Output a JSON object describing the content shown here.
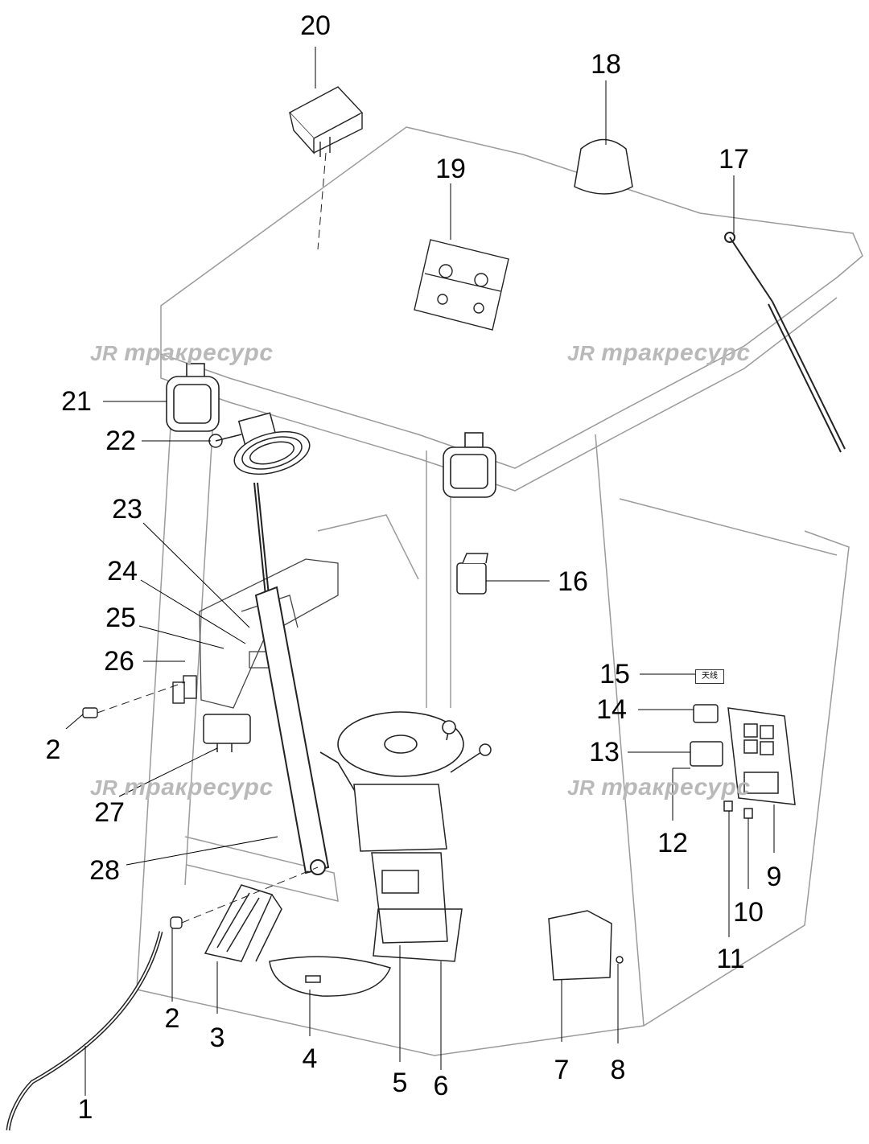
{
  "callouts": {
    "c1": "1",
    "c2a": "2",
    "c2b": "2",
    "c3": "3",
    "c4": "4",
    "c5": "5",
    "c6": "6",
    "c7": "7",
    "c8": "8",
    "c9": "9",
    "c10": "10",
    "c11": "11",
    "c12": "12",
    "c13": "13",
    "c14": "14",
    "c15": "15",
    "c16": "16",
    "c17": "17",
    "c18": "18",
    "c19": "19",
    "c20": "20",
    "c21": "21",
    "c22": "22",
    "c23": "23",
    "c24": "24",
    "c25": "25",
    "c26": "26",
    "c27": "27",
    "c28": "28"
  },
  "watermark": {
    "logo": "JR",
    "text": "тракресурс"
  },
  "part15_tag": "天线",
  "colors": {
    "line": "#000000",
    "outline": "#9a9a9a",
    "watermark": "#b9b9b9"
  }
}
